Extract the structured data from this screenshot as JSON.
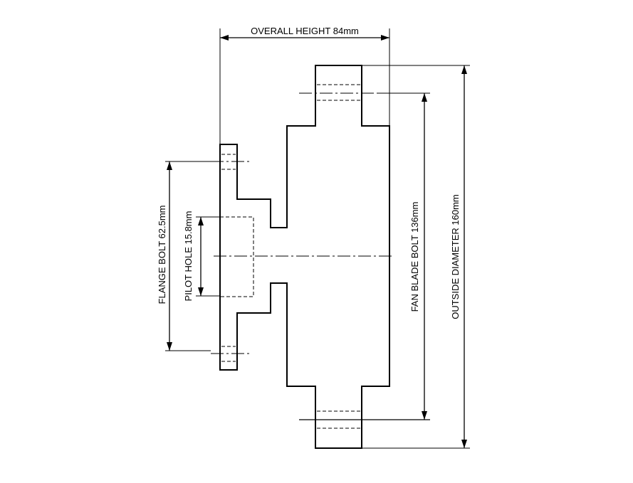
{
  "dimensions": {
    "overall_height": "OVERALL HEIGHT 84mm",
    "flange_bolt": "FLANGE BOLT 62.5mm",
    "pilot_hole": "PILOT HOLE 15.8mm",
    "fan_blade_bolt": "FAN BLADE BOLT 136mm",
    "outside_diameter": "OUTSIDE DIAMETER 160mm"
  }
}
